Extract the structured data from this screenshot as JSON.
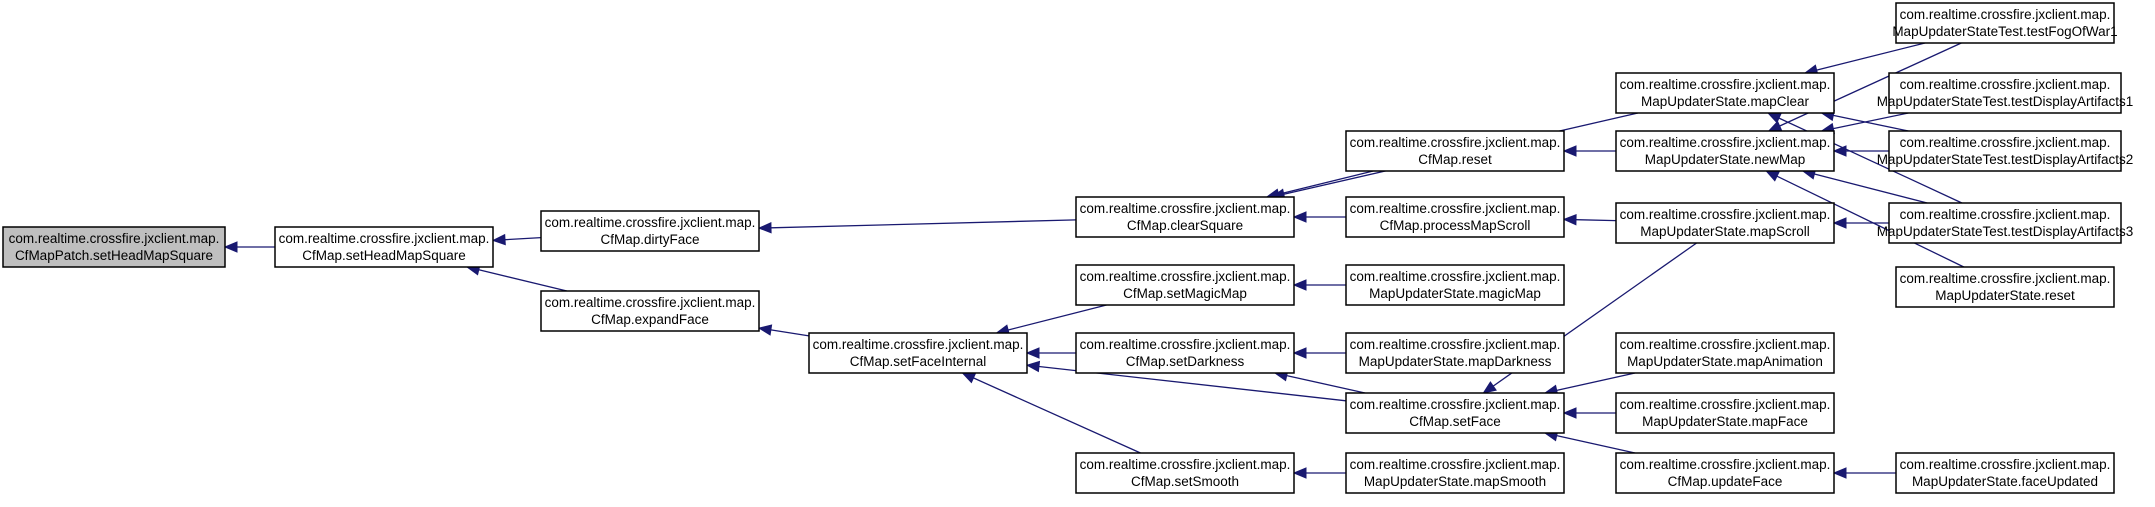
{
  "colors": {
    "node_fill": "#ffffff",
    "highlight_fill": "#bfbfbf",
    "edge": "#191970",
    "border": "#000000"
  },
  "diagram": {
    "nodes": [
      {
        "id": "root",
        "line1": "com.realtime.crossfire.jxclient.map.",
        "line2": "CfMapPatch.setHeadMapSquare",
        "highlight": true
      },
      {
        "id": "setHeadMapSquare",
        "line1": "com.realtime.crossfire.jxclient.map.",
        "line2": "CfMap.setHeadMapSquare"
      },
      {
        "id": "dirtyFace",
        "line1": "com.realtime.crossfire.jxclient.map.",
        "line2": "CfMap.dirtyFace"
      },
      {
        "id": "expandFace",
        "line1": "com.realtime.crossfire.jxclient.map.",
        "line2": "CfMap.expandFace"
      },
      {
        "id": "clearSquare",
        "line1": "com.realtime.crossfire.jxclient.map.",
        "line2": "CfMap.clearSquare"
      },
      {
        "id": "setFaceInternal",
        "line1": "com.realtime.crossfire.jxclient.map.",
        "line2": "CfMap.setFaceInternal"
      },
      {
        "id": "reset",
        "line1": "com.realtime.crossfire.jxclient.map.",
        "line2": "CfMap.reset"
      },
      {
        "id": "processMapScroll",
        "line1": "com.realtime.crossfire.jxclient.map.",
        "line2": "CfMap.processMapScroll"
      },
      {
        "id": "setMagicMap",
        "line1": "com.realtime.crossfire.jxclient.map.",
        "line2": "CfMap.setMagicMap"
      },
      {
        "id": "setDarkness",
        "line1": "com.realtime.crossfire.jxclient.map.",
        "line2": "CfMap.setDarkness"
      },
      {
        "id": "setSmooth",
        "line1": "com.realtime.crossfire.jxclient.map.",
        "line2": "CfMap.setSmooth"
      },
      {
        "id": "mapClear",
        "line1": "com.realtime.crossfire.jxclient.map.",
        "line2": "MapUpdaterState.mapClear"
      },
      {
        "id": "newMap",
        "line1": "com.realtime.crossfire.jxclient.map.",
        "line2": "MapUpdaterState.newMap"
      },
      {
        "id": "mapScroll",
        "line1": "com.realtime.crossfire.jxclient.map.",
        "line2": "MapUpdaterState.mapScroll"
      },
      {
        "id": "magicMap",
        "line1": "com.realtime.crossfire.jxclient.map.",
        "line2": "MapUpdaterState.magicMap"
      },
      {
        "id": "mapDarkness",
        "line1": "com.realtime.crossfire.jxclient.map.",
        "line2": "MapUpdaterState.mapDarkness"
      },
      {
        "id": "setFace",
        "line1": "com.realtime.crossfire.jxclient.map.",
        "line2": "CfMap.setFace"
      },
      {
        "id": "mapSmooth",
        "line1": "com.realtime.crossfire.jxclient.map.",
        "line2": "MapUpdaterState.mapSmooth"
      },
      {
        "id": "mapAnimation",
        "line1": "com.realtime.crossfire.jxclient.map.",
        "line2": "MapUpdaterState.mapAnimation"
      },
      {
        "id": "mapFace",
        "line1": "com.realtime.crossfire.jxclient.map.",
        "line2": "MapUpdaterState.mapFace"
      },
      {
        "id": "updateFace",
        "line1": "com.realtime.crossfire.jxclient.map.",
        "line2": "CfMap.updateFace"
      },
      {
        "id": "testFogOfWar1",
        "line1": "com.realtime.crossfire.jxclient.map.",
        "line2": "MapUpdaterStateTest.testFogOfWar1"
      },
      {
        "id": "testDisplayArtifacts1",
        "line1": "com.realtime.crossfire.jxclient.map.",
        "line2": "MapUpdaterStateTest.testDisplayArtifacts1"
      },
      {
        "id": "testDisplayArtifacts2",
        "line1": "com.realtime.crossfire.jxclient.map.",
        "line2": "MapUpdaterStateTest.testDisplayArtifacts2"
      },
      {
        "id": "testDisplayArtifacts3",
        "line1": "com.realtime.crossfire.jxclient.map.",
        "line2": "MapUpdaterStateTest.testDisplayArtifacts3"
      },
      {
        "id": "msReset",
        "line1": "com.realtime.crossfire.jxclient.map.",
        "line2": "MapUpdaterState.reset"
      },
      {
        "id": "faceUpdated",
        "line1": "com.realtime.crossfire.jxclient.map.",
        "line2": "MapUpdaterState.faceUpdated"
      }
    ],
    "edges": [
      [
        "root",
        "setHeadMapSquare"
      ],
      [
        "setHeadMapSquare",
        "dirtyFace"
      ],
      [
        "setHeadMapSquare",
        "expandFace"
      ],
      [
        "dirtyFace",
        "clearSquare"
      ],
      [
        "expandFace",
        "setFaceInternal"
      ],
      [
        "clearSquare",
        "mapClear"
      ],
      [
        "clearSquare",
        "reset"
      ],
      [
        "clearSquare",
        "processMapScroll"
      ],
      [
        "setFaceInternal",
        "setMagicMap"
      ],
      [
        "setFaceInternal",
        "setDarkness"
      ],
      [
        "setFaceInternal",
        "setFace"
      ],
      [
        "setFaceInternal",
        "setSmooth"
      ],
      [
        "reset",
        "newMap"
      ],
      [
        "processMapScroll",
        "mapScroll"
      ],
      [
        "setMagicMap",
        "magicMap"
      ],
      [
        "setDarkness",
        "mapDarkness"
      ],
      [
        "setDarkness",
        "setFace"
      ],
      [
        "setSmooth",
        "mapSmooth"
      ],
      [
        "setFace",
        "mapScroll"
      ],
      [
        "setFace",
        "mapAnimation"
      ],
      [
        "setFace",
        "mapFace"
      ],
      [
        "setFace",
        "updateFace"
      ],
      [
        "mapClear",
        "testFogOfWar1"
      ],
      [
        "mapClear",
        "testDisplayArtifacts2"
      ],
      [
        "mapClear",
        "testDisplayArtifacts3"
      ],
      [
        "newMap",
        "testFogOfWar1"
      ],
      [
        "newMap",
        "testDisplayArtifacts1"
      ],
      [
        "newMap",
        "testDisplayArtifacts2"
      ],
      [
        "newMap",
        "testDisplayArtifacts3"
      ],
      [
        "newMap",
        "msReset"
      ],
      [
        "mapScroll",
        "testDisplayArtifacts3"
      ],
      [
        "updateFace",
        "faceUpdated"
      ]
    ]
  }
}
